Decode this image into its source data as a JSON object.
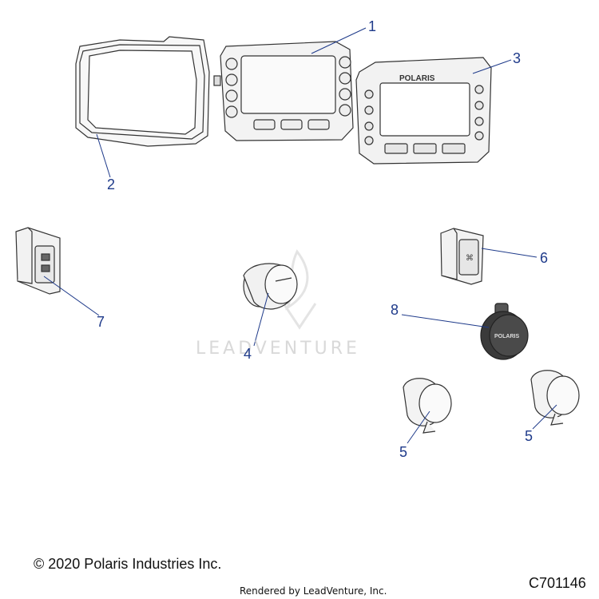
{
  "callouts": {
    "c1": "1",
    "c2": "2",
    "c3": "3",
    "c4": "4",
    "c5a": "5",
    "c5b": "5",
    "c6": "6",
    "c7": "7",
    "c8": "8"
  },
  "watermark": {
    "text": "LEADVENTURE"
  },
  "cluster_brand": "POLARIS",
  "socket_brand": "POLARIS",
  "footer": {
    "copyright": "© 2020 Polaris Industries Inc.",
    "rendered_by": "Rendered by LeadVenture, Inc.",
    "diagram_code": "C701146"
  },
  "colors": {
    "callout": "#1e3a8a",
    "line": "#1e3a8a",
    "part_stroke": "#333333"
  }
}
